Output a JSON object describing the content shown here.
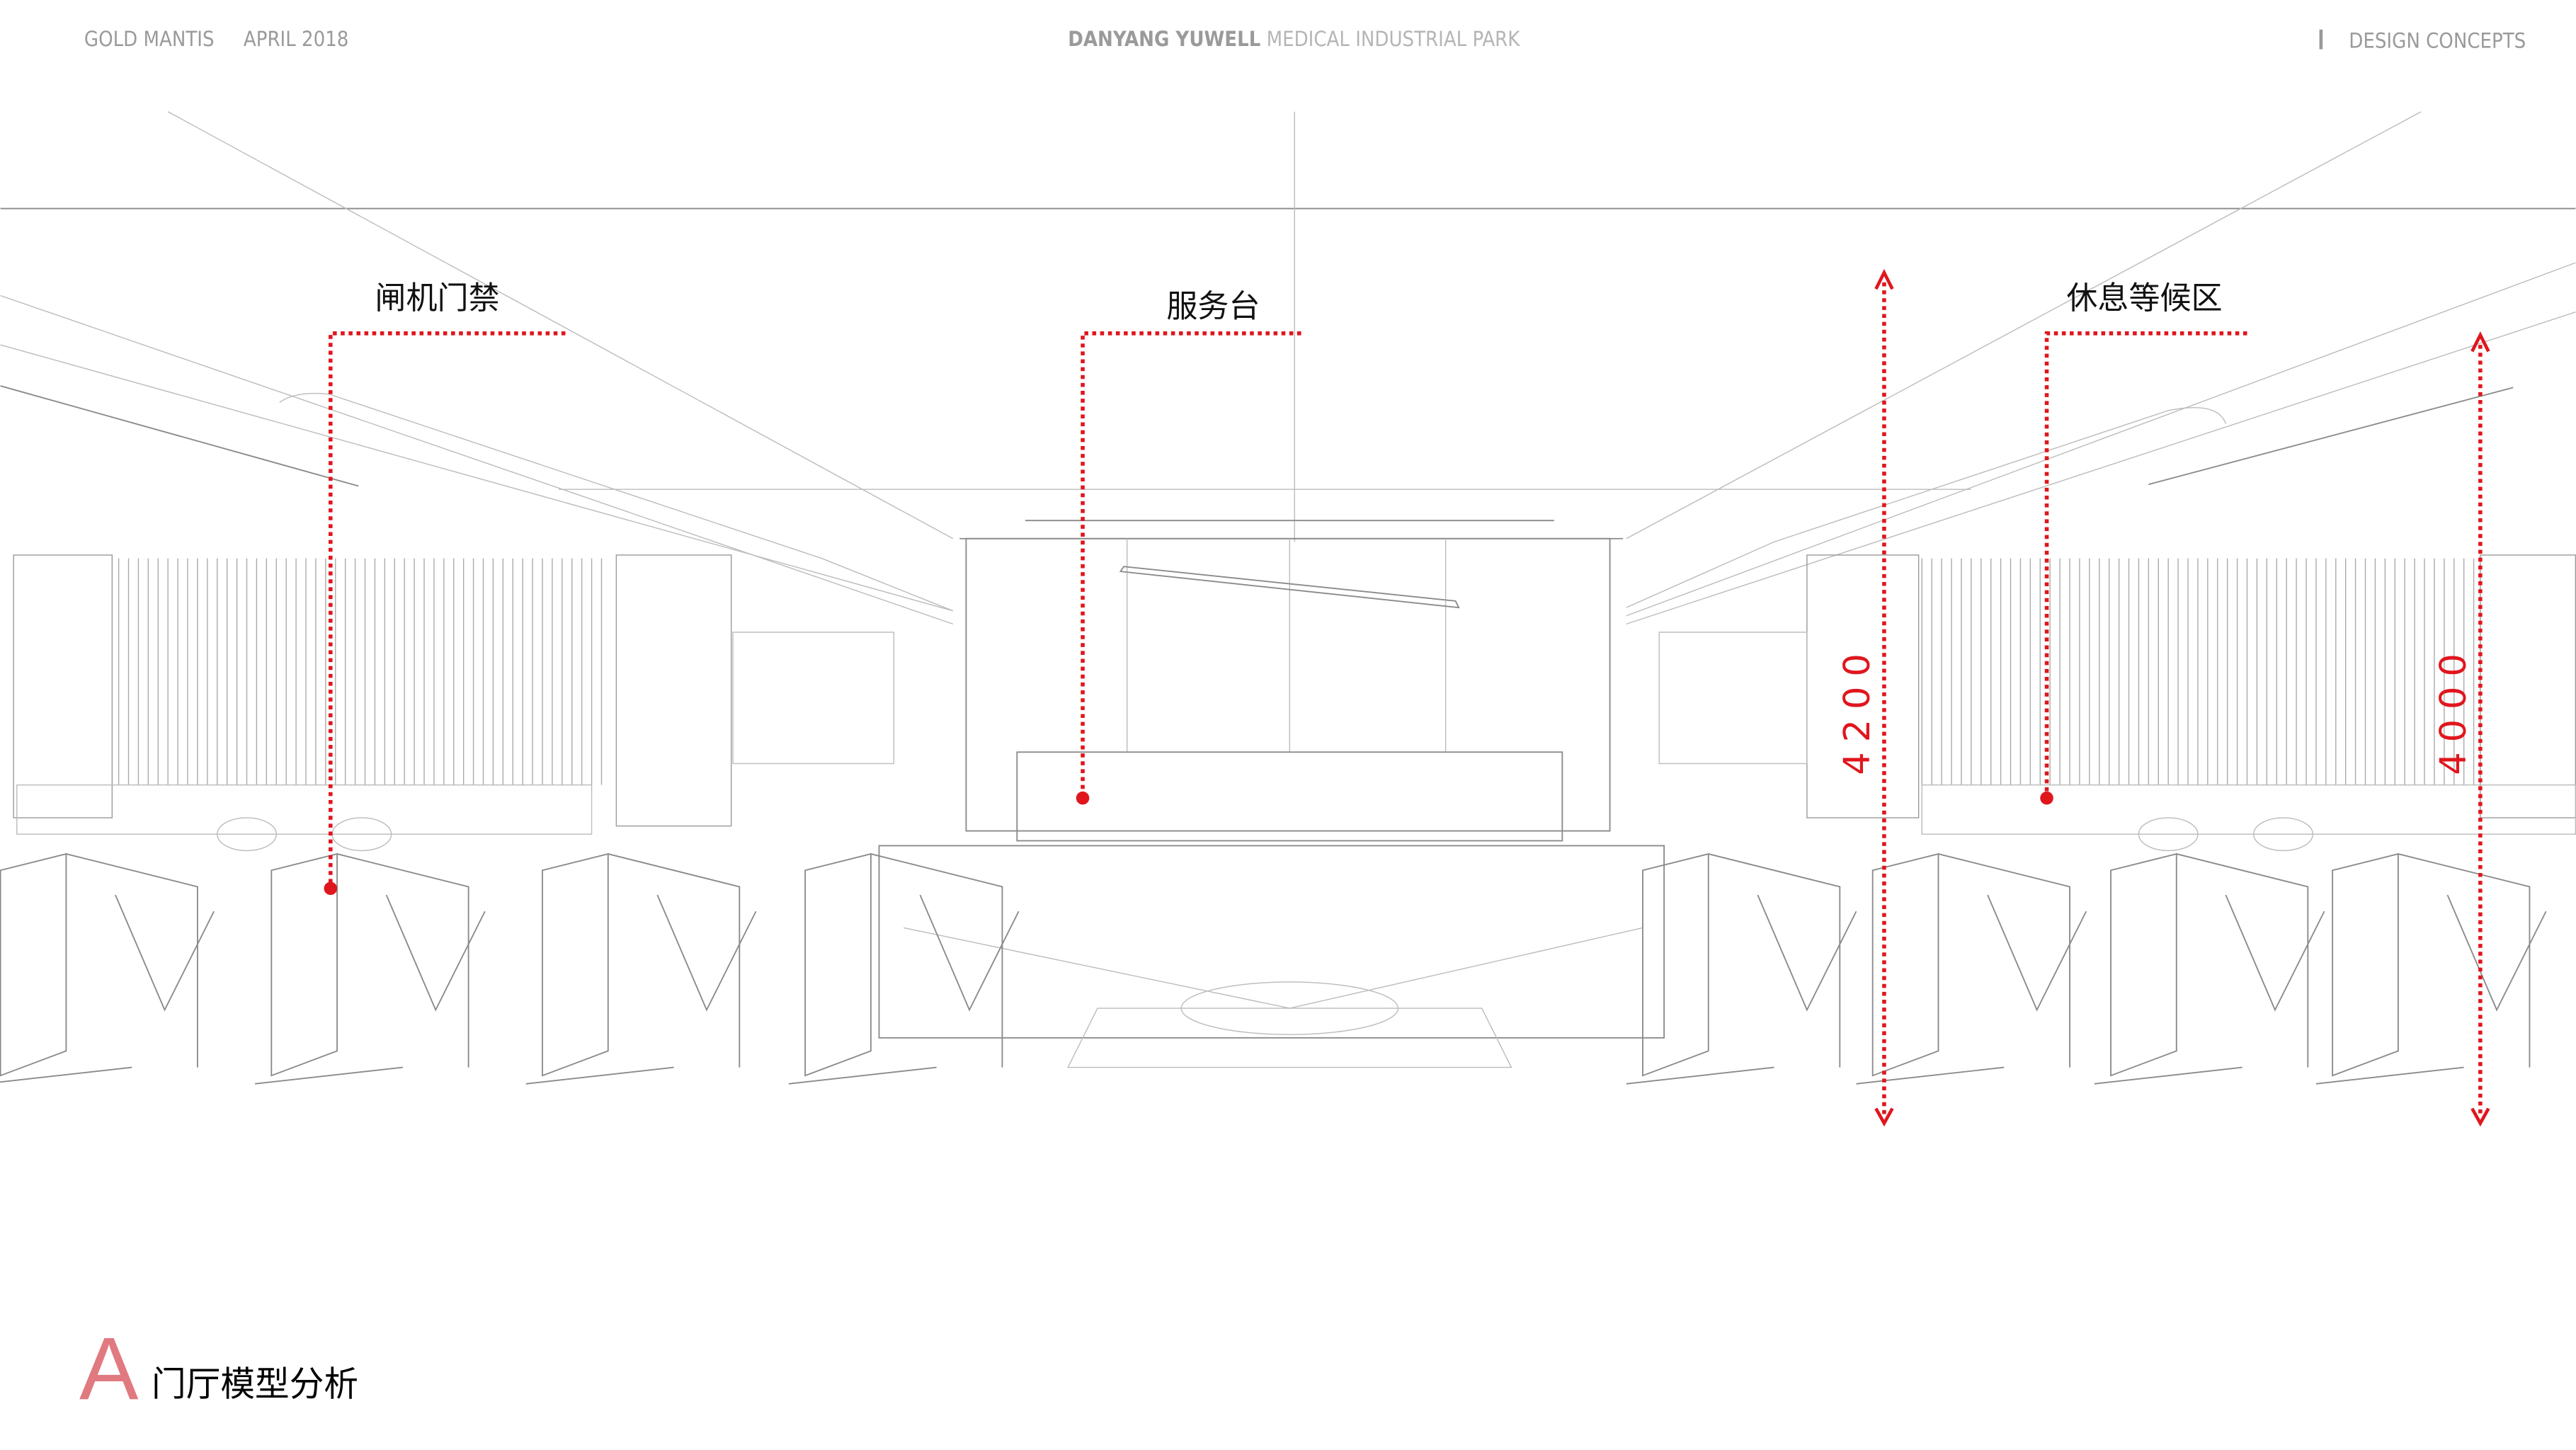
{
  "header": {
    "brand": "GOLD MANTIS",
    "date": "APRIL 2018",
    "project_bold": "DANYANG YUWELL",
    "project_light": "MEDICAL INDUSTRIAL PARK",
    "section": "DESIGN CONCEPTS"
  },
  "annotations": {
    "gate": "闸机门禁",
    "service_desk": "服务台",
    "waiting_area": "休息等候区"
  },
  "dimensions": {
    "left_height": "4200",
    "right_height": "4000"
  },
  "footer": {
    "letter": "A",
    "title": "门厅模型分析"
  },
  "colors": {
    "accent": "#e0161d",
    "title_letter": "#e07a80",
    "header_text": "#9a9a9a"
  }
}
